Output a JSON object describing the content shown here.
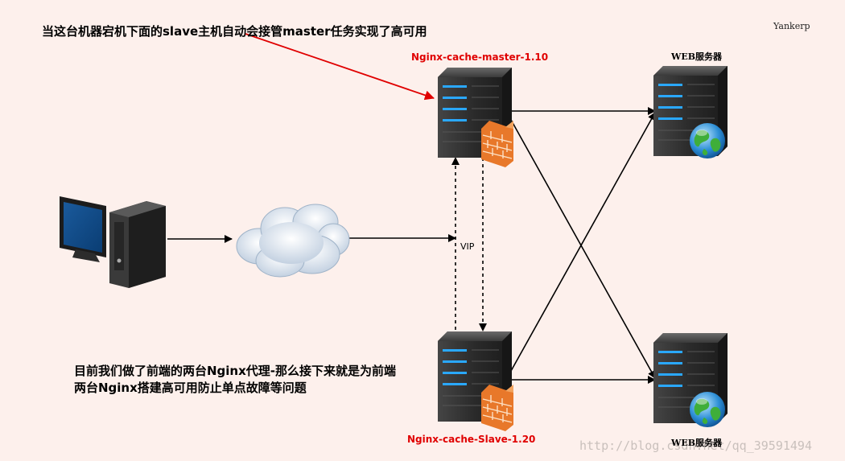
{
  "annotations": {
    "top_note": "当这台机器宕机下面的slave主机自动会接管master任务实现了高可用",
    "bottom_note": "目前我们做了前端的两台Nginx代理-那么接下来就是为前端两台Nginx搭建高可用防止单点故障等问题",
    "author": "Yankerp",
    "watermark": "http://blog.csdn.net/qq_39591494"
  },
  "nodes": {
    "client": {
      "icon": "desktop-computer-icon"
    },
    "cloud": {
      "icon": "cloud-icon"
    },
    "master": {
      "label": "Nginx-cache-master-1.10",
      "icon": "server-firewall-icon"
    },
    "slave": {
      "label": "Nginx-cache-Slave-1.20",
      "icon": "server-firewall-icon"
    },
    "web1": {
      "label": "WEB服务器",
      "icon": "web-server-globe-icon"
    },
    "web2": {
      "label": "WEB服务器",
      "icon": "web-server-globe-icon"
    }
  },
  "edges": {
    "vip_label": "VIP"
  },
  "colors": {
    "background": "#fdf0ec",
    "accent_red": "#e00000",
    "server_body": "#2e2e2e",
    "server_led": "#2aa8ff",
    "firewall": "#e8782a"
  }
}
